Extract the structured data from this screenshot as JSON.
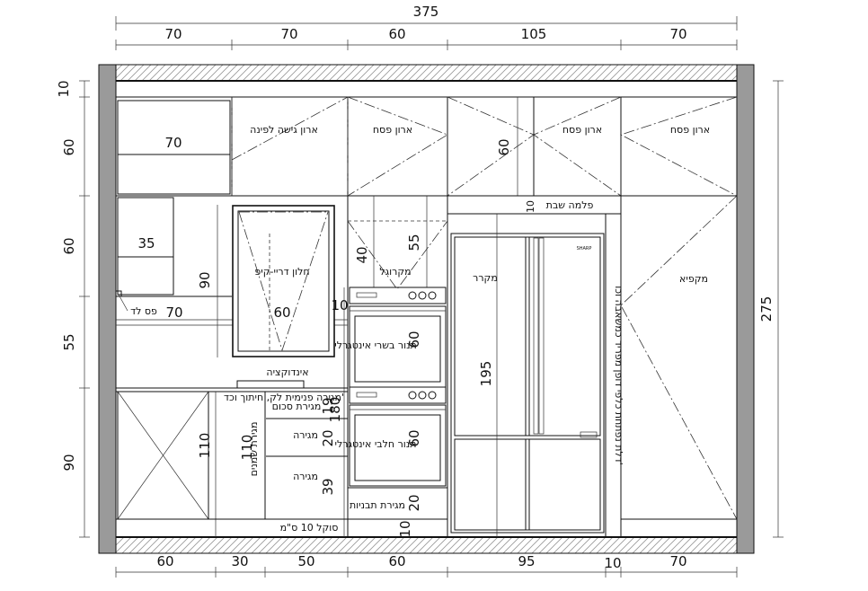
{
  "dimensions": {
    "total_width": "375",
    "top": [
      "70",
      "70",
      "60",
      "105",
      "70"
    ],
    "bottom": [
      "60",
      "30",
      "50",
      "60",
      "95",
      "10",
      "70"
    ],
    "left": [
      "10",
      "60",
      "60",
      "55",
      "90"
    ],
    "right_total": "275"
  },
  "cabinets": {
    "upper_left_width": "70",
    "mid_left_width": "35",
    "corner_label": "ארון גישה לפינה",
    "upper_1_label": "ארון פסח",
    "upper_2_label": "ארון פסח",
    "upper_3_label": "ארון פסח",
    "upper_60": "60",
    "shelf_label": "פלמה שבת",
    "shelf_height": "10",
    "pass_label": "פס לד",
    "pass_width": "70",
    "window_label": "חלון דריי-קיפ",
    "window_height": "90",
    "window_width": "60",
    "microwave_label": "מקרוגל",
    "microwave_h": "40",
    "microwave_55": "55",
    "gap_10": "10",
    "oven1_label": "תנור בשרי אינטגרלי",
    "oven1_h": "60",
    "oven2_label": "תנור חלבי אינטגרלי",
    "oven2_h": "60",
    "ovens_total": "180",
    "fridge_label": "מקרר",
    "fridge_h": "195",
    "fridge_brand": "SHARP",
    "freezer_label": "מקפיא",
    "door_label": "דלת נפתחת כלפי דופן מפריד כמשאבה וכו'",
    "induction_label": "אינדוקציה",
    "drawer_inner_label": "מגירה פנימית לק, חיתוך וכד'",
    "drawer_cutlery": "מגירת סכום",
    "drawer_cutlery_h": "19",
    "drawer_2": "מגירה",
    "drawer_2_h": "20",
    "drawer_3": "מגירה",
    "drawer_3_h": "39",
    "drawer_oil": "מגירת שמנים",
    "base_110a": "110",
    "base_110b": "110",
    "drawer_trays": "מגירת תבניות",
    "drawer_trays_h": "20",
    "plinth_label": "סוקל 10 ס\"מ",
    "plinth_h": "10"
  }
}
